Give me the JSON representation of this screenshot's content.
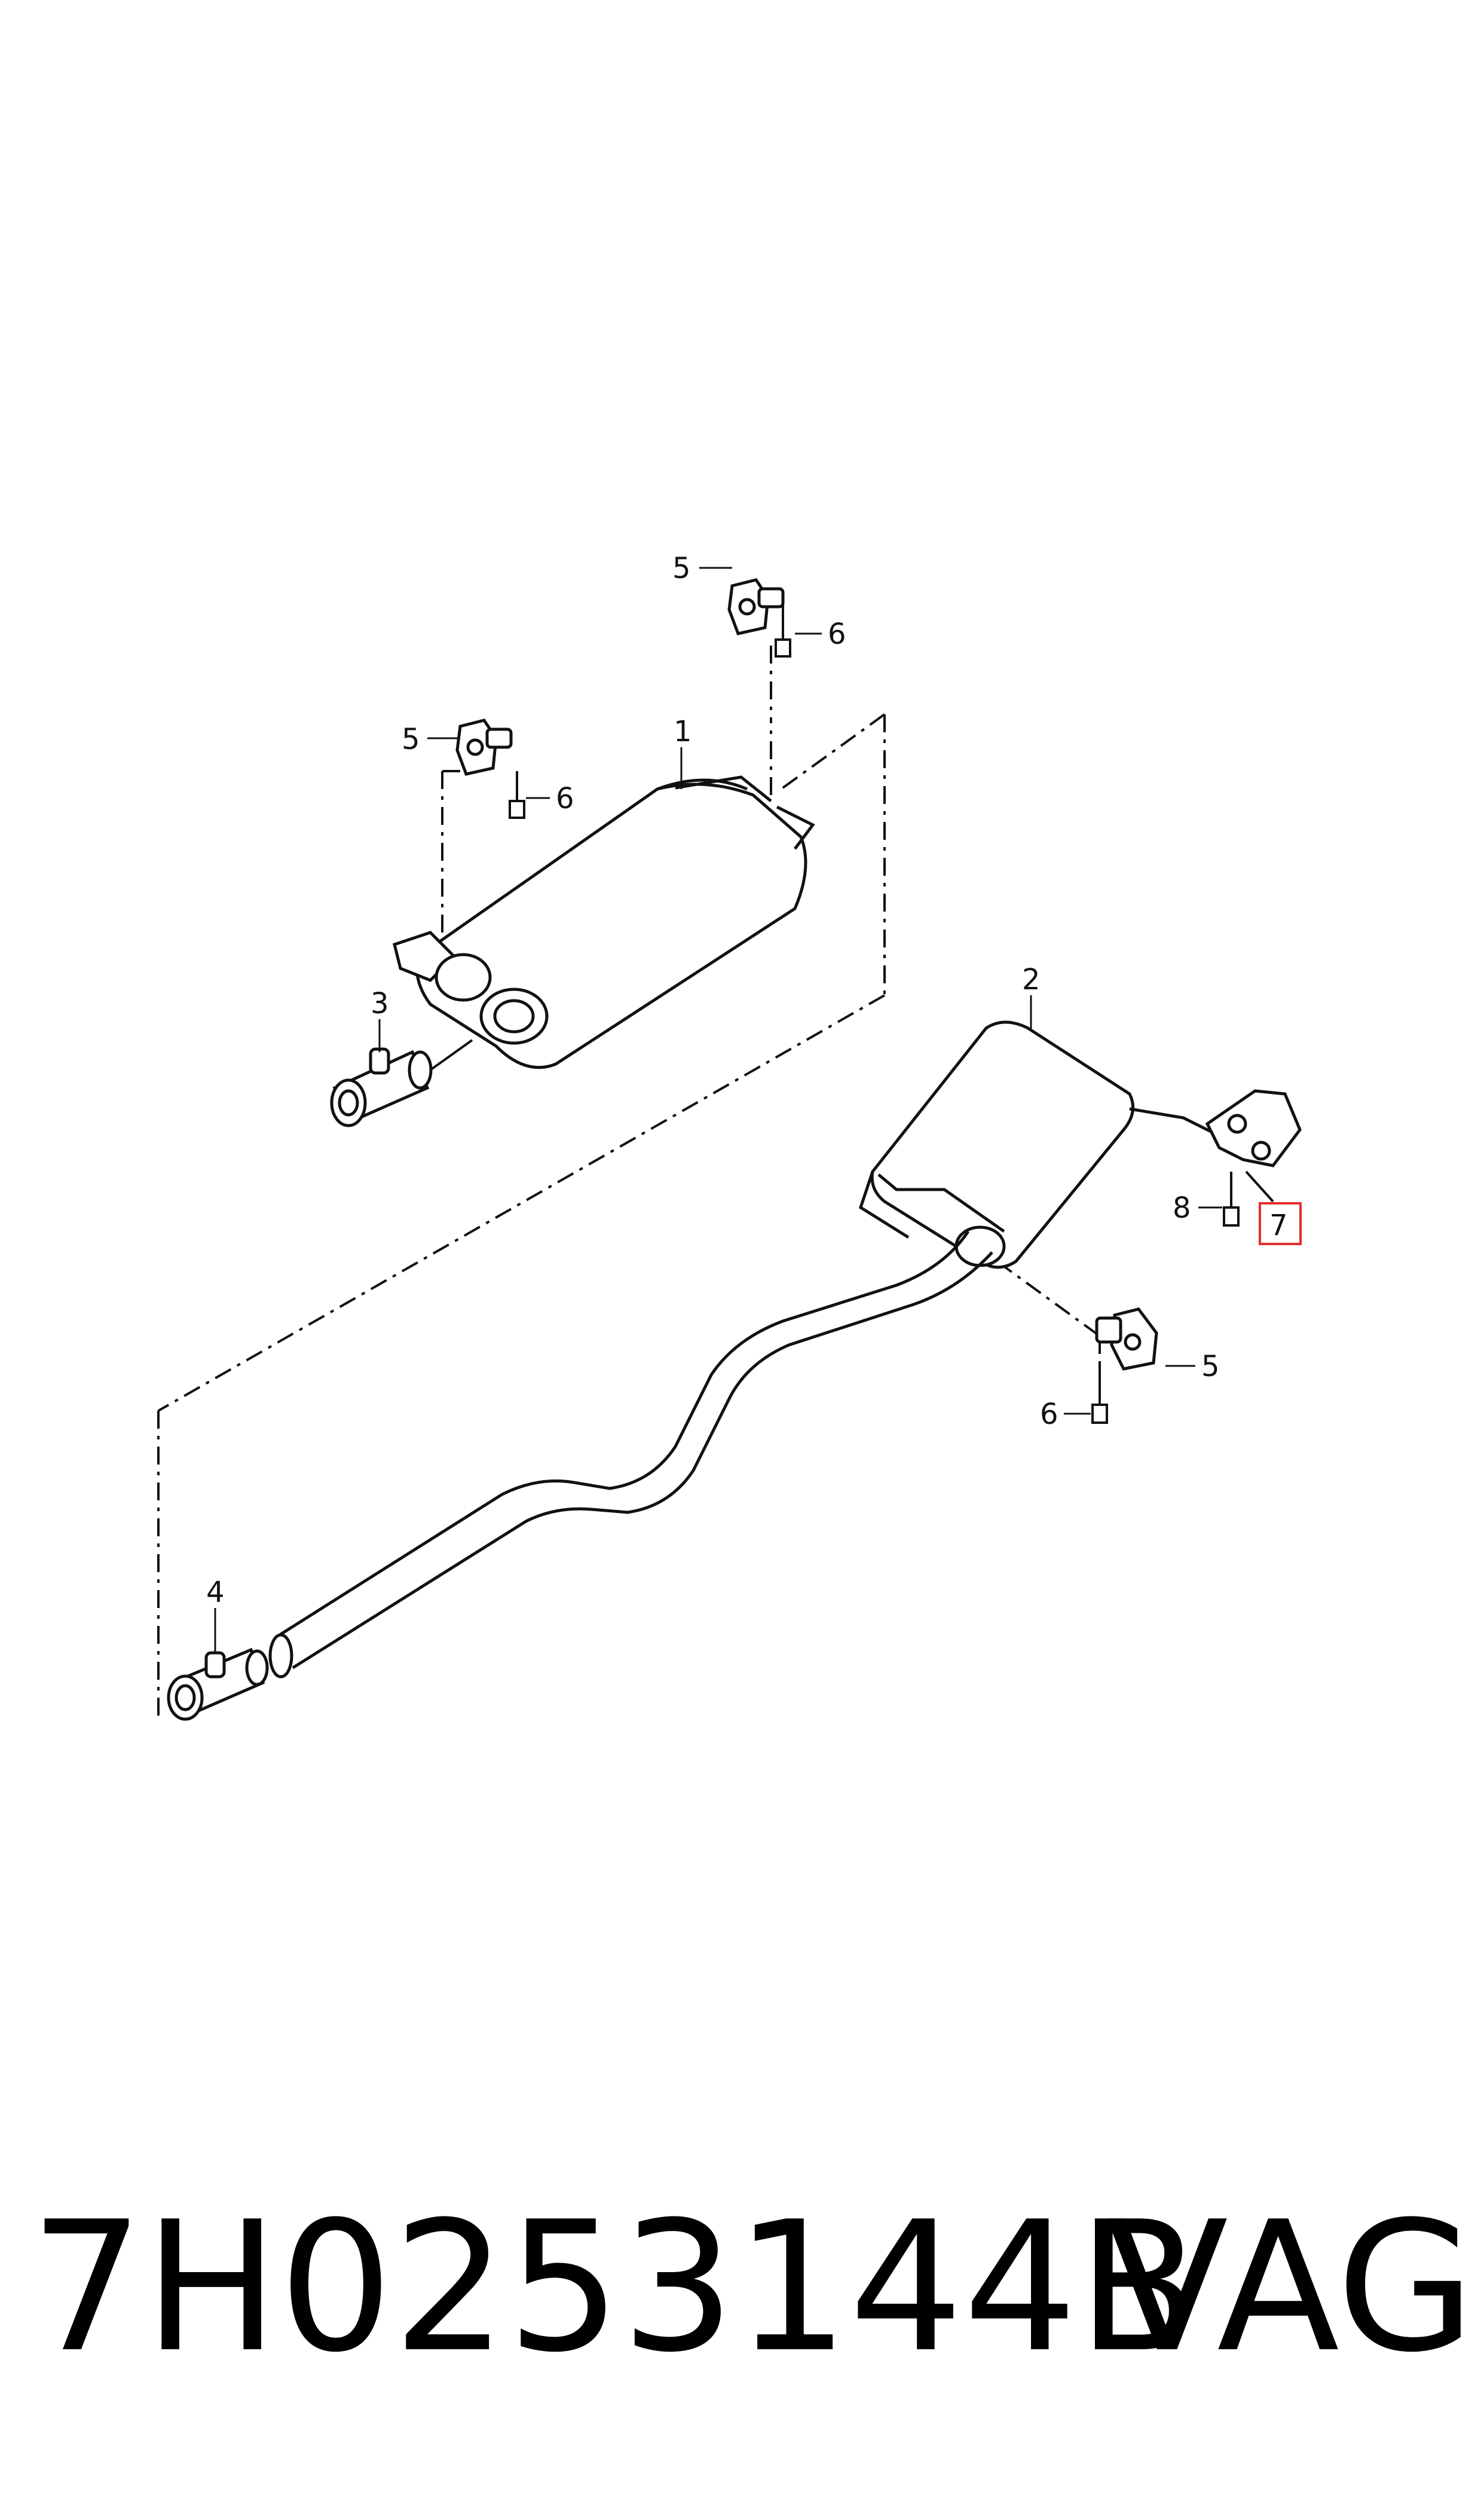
{
  "diagram": {
    "callouts": {
      "part_1": "1",
      "part_2": "2",
      "part_3": "3",
      "part_4": "4",
      "part_5_a": "5",
      "part_5_b": "5",
      "part_5_c": "5",
      "part_6_a": "6",
      "part_6_b": "6",
      "part_6_c": "6",
      "part_7": "7",
      "part_8": "8"
    },
    "highlight_color": "#e03030",
    "line_color": "#111111"
  },
  "footer": {
    "part_number": "7H0253144B",
    "brand": "VAG"
  }
}
